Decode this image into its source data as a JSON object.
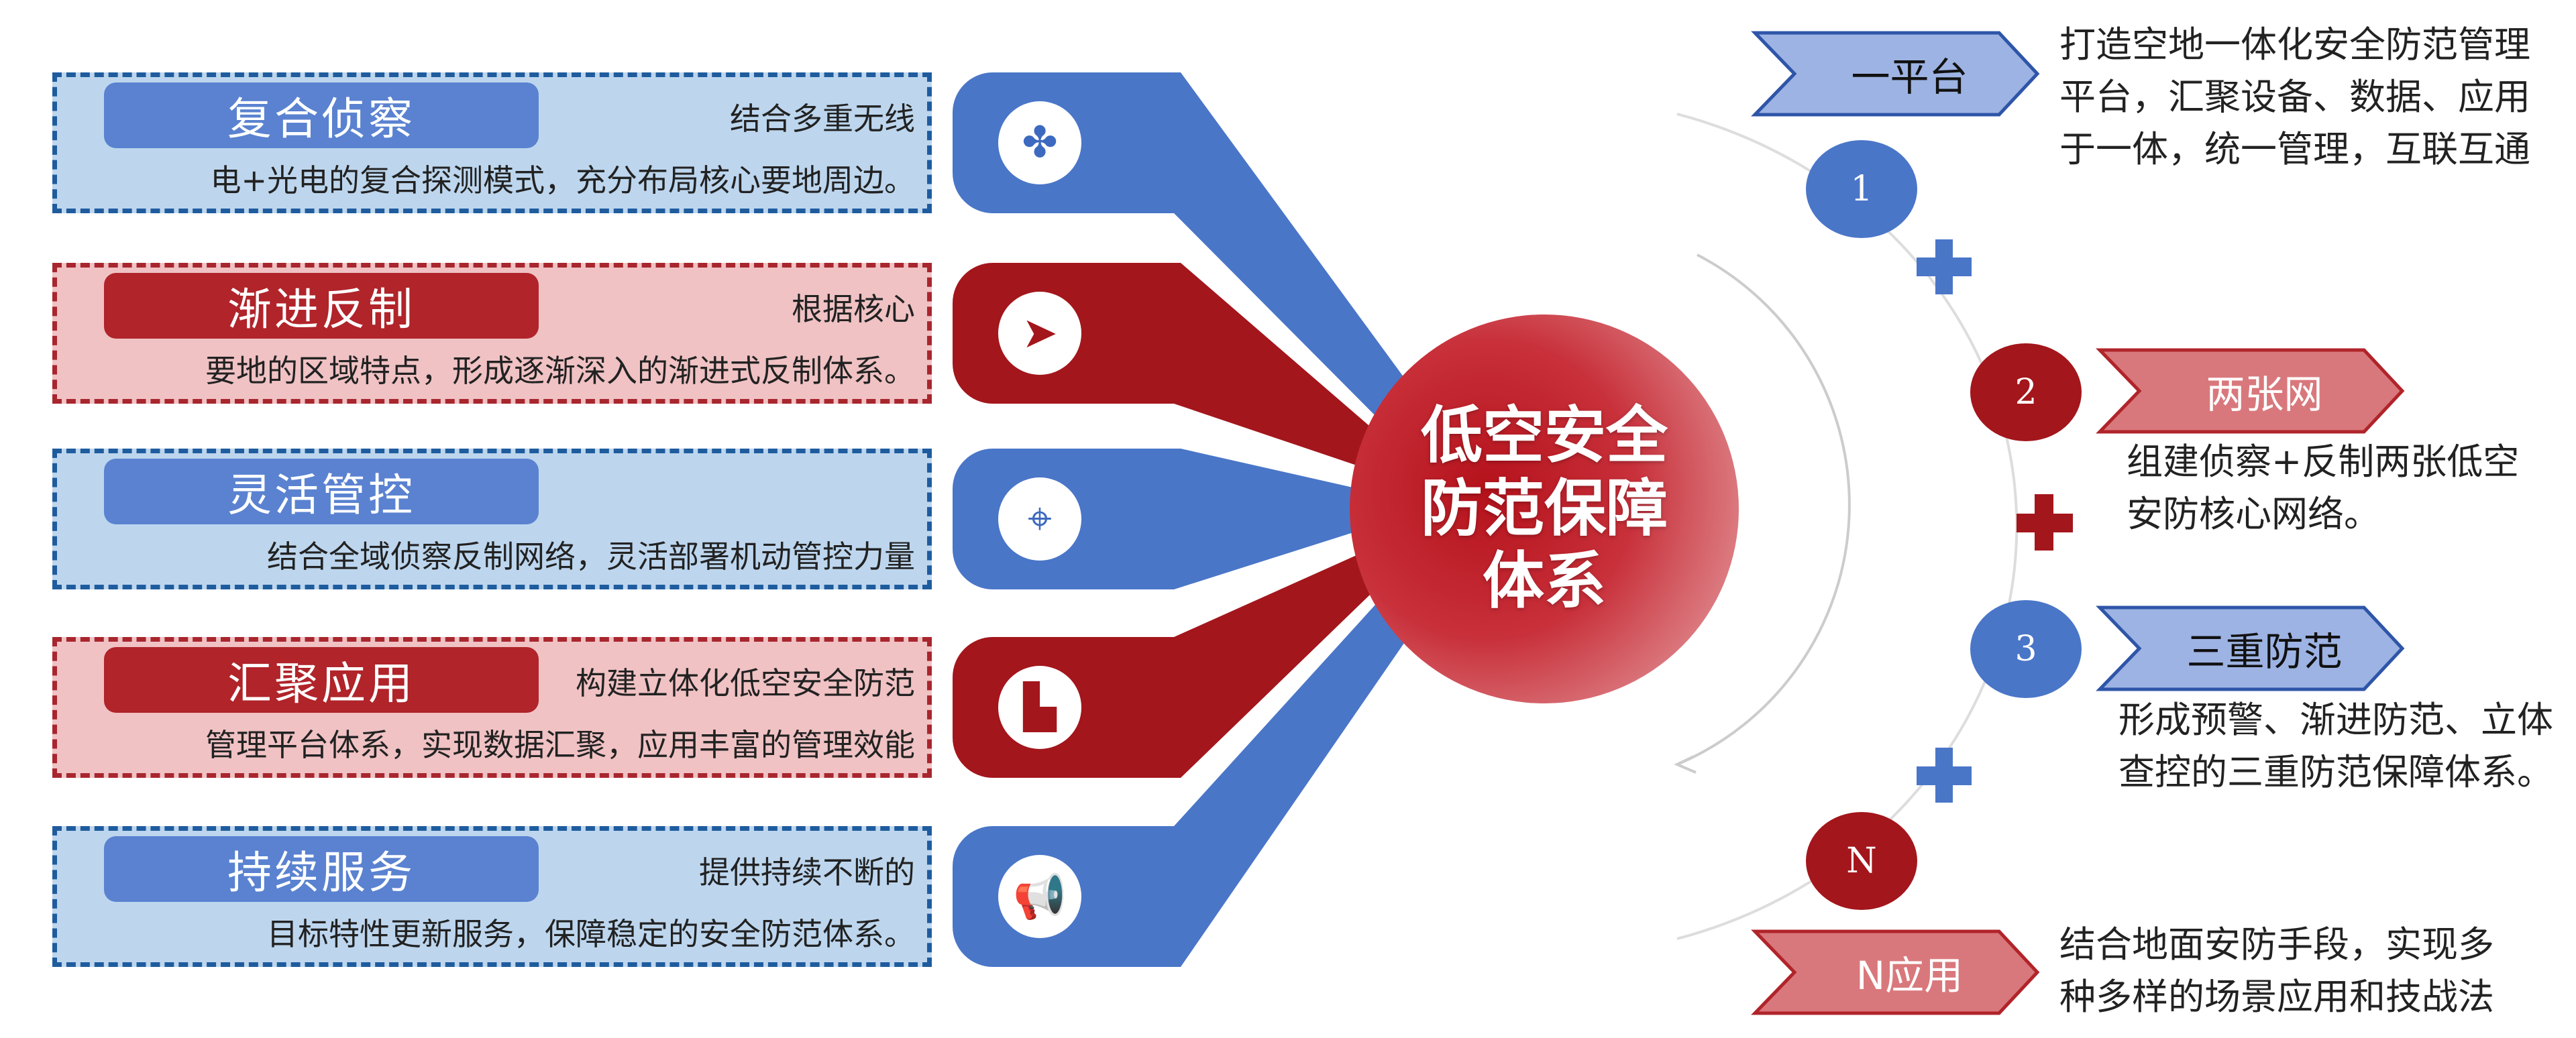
{
  "left_items": [
    {
      "title": "复合侦察",
      "line1": "结合多重无线",
      "line2": "电+光电的复合探测模式，充分布局核心要地周边。",
      "color": "blue",
      "icon": "four-petal-icon"
    },
    {
      "title": "渐进反制",
      "line1": "根据核心",
      "line2": "要地的区域特点，形成逐渐深入的渐进式反制体系。",
      "color": "red",
      "icon": "paper-plane-icon"
    },
    {
      "title": "灵活管控",
      "line1": "",
      "line2": "结合全域侦察反制网络，灵活部署机动管控力量",
      "color": "blue",
      "icon": "target-icon"
    },
    {
      "title": "汇聚应用",
      "line1": "构建立体化低空安全防范",
      "line2": "管理平台体系，实现数据汇聚，应用丰富的管理效能",
      "color": "red",
      "icon": "chart-icon"
    },
    {
      "title": "持续服务",
      "line1": "提供持续不断的",
      "line2": "目标特性更新服务，保障稳定的安全防范体系。",
      "color": "blue",
      "icon": "megaphone-icon"
    }
  ],
  "center": {
    "line1": "低空安全",
    "line2": "防范保障",
    "line3": "体系"
  },
  "right_items": [
    {
      "num": "1",
      "tag": "一平台",
      "desc1": "打造空地一体化安全防范管理",
      "desc2": "平台，汇聚设备、数据、应用",
      "desc3": "于一体，统一管理，互联互通"
    },
    {
      "num": "2",
      "tag": "两张网",
      "desc1": "组建侦察+反制两张低空",
      "desc2": "安防核心网络。"
    },
    {
      "num": "3",
      "tag": "三重防范",
      "desc1": "形成预警、渐进防范、立体",
      "desc2": "查控的三重防范保障体系。"
    },
    {
      "num": "N",
      "tag": "N应用",
      "desc1": "结合地面安防手段，实现多",
      "desc2": "种多样的场景应用和技战法"
    }
  ],
  "colors": {
    "blue": "#4a76c8",
    "red": "#a3161c",
    "light_blue": "#bdd6ee",
    "light_red": "#f0c2c4"
  }
}
